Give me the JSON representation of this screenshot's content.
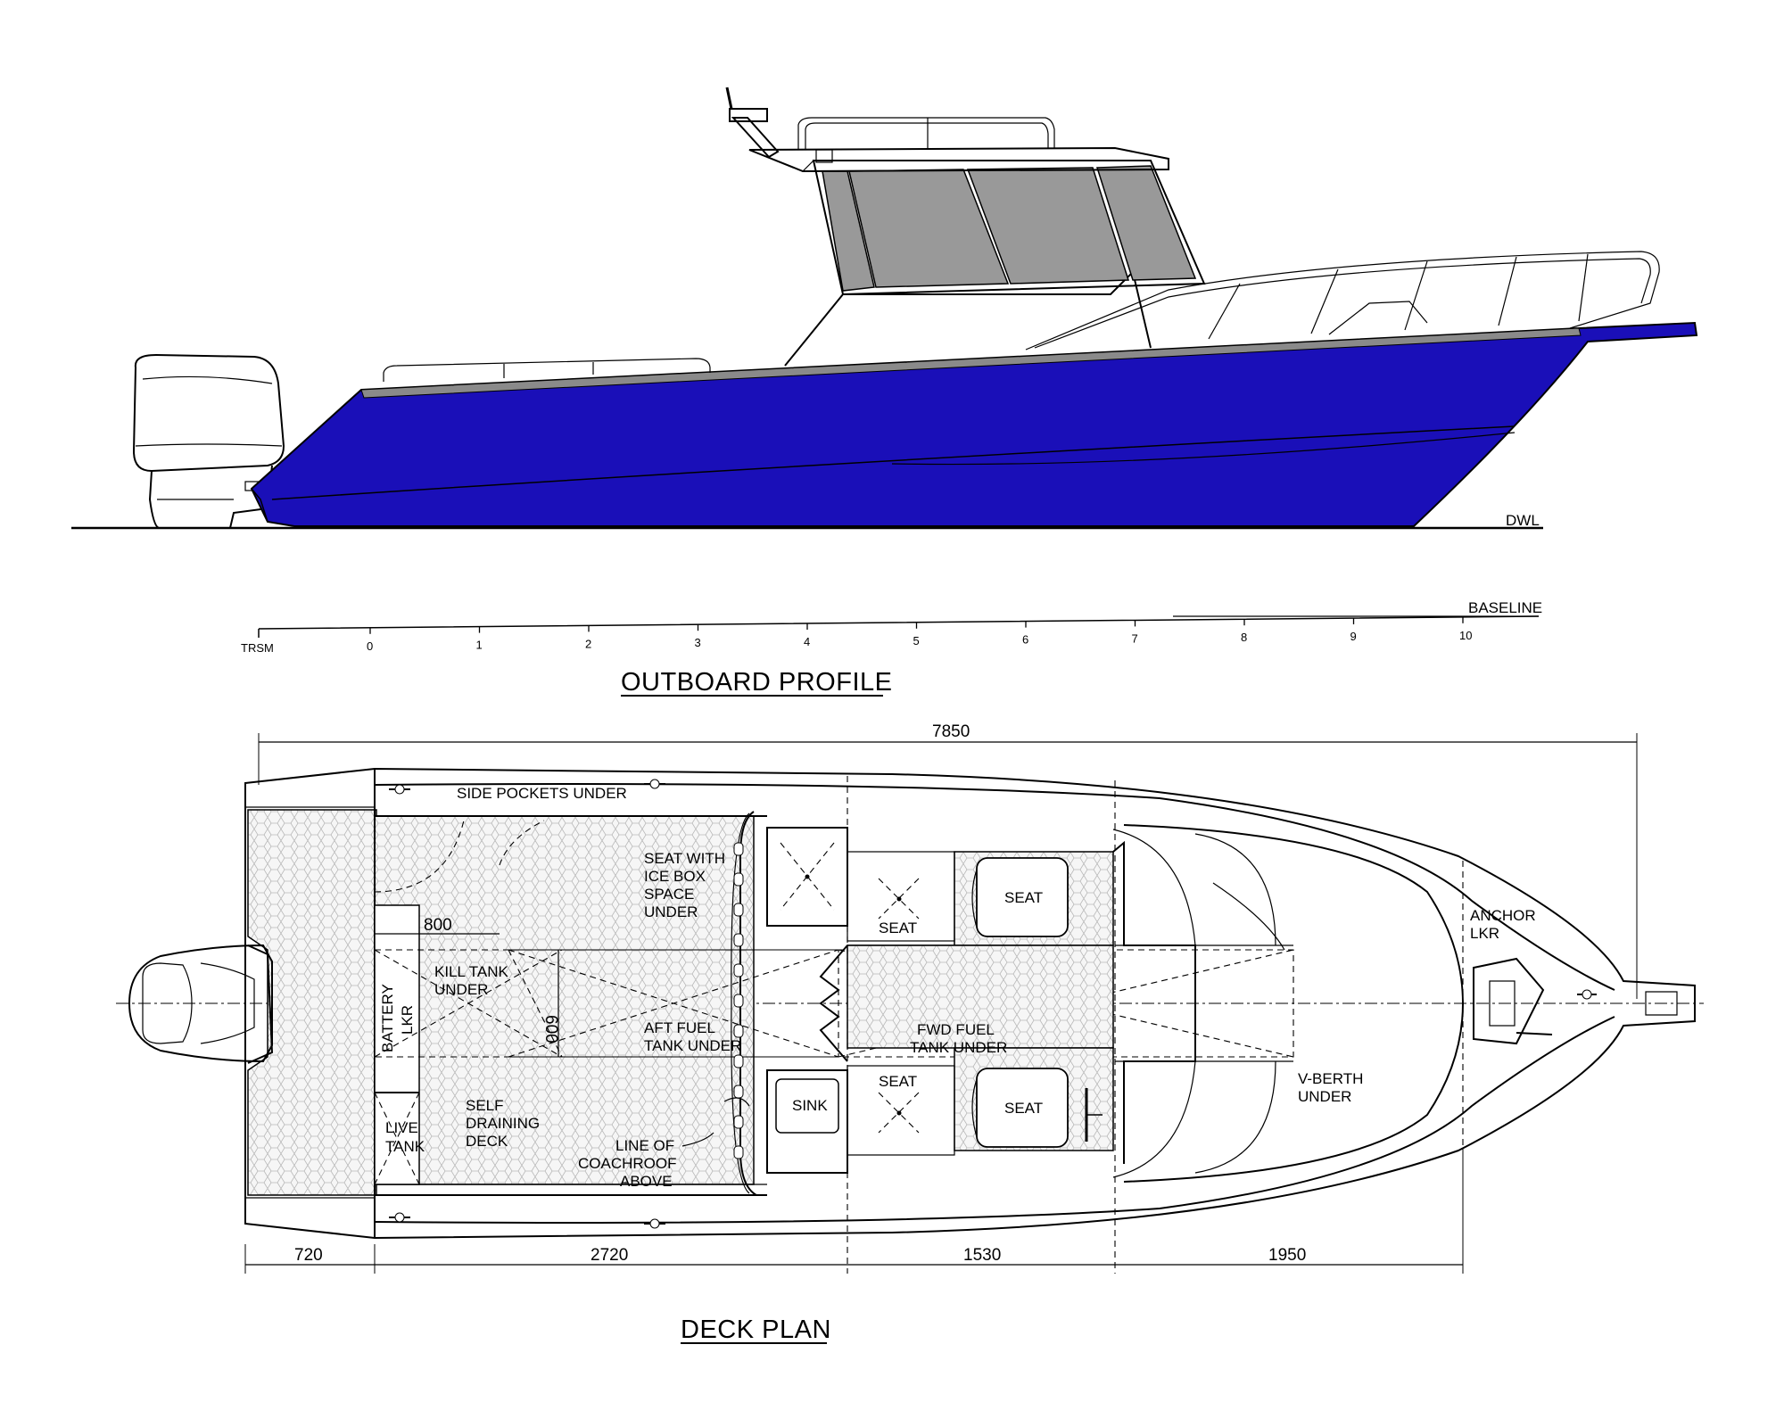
{
  "profile": {
    "title": "OUTBOARD PROFILE",
    "dwl_label": "DWL",
    "baseline_label": "BASELINE",
    "scale_start_label": "TRSM",
    "scale_ticks": [
      "0",
      "1",
      "2",
      "3",
      "4",
      "5",
      "6",
      "7",
      "8",
      "9",
      "10"
    ],
    "colors": {
      "hull": "#1a0fb8",
      "glass": "#999999",
      "sheer": "#8a8a8a"
    }
  },
  "deck_plan": {
    "title": "DECK PLAN",
    "overall_length": "7850",
    "segments": [
      "720",
      "2720",
      "1530",
      "1950"
    ],
    "dim_800": "800",
    "dim_600": "600",
    "labels": {
      "side_pockets": "SIDE POCKETS UNDER",
      "seat_icebox": [
        "SEAT WITH",
        "ICE BOX",
        "SPACE",
        "UNDER"
      ],
      "kill_tank": [
        "KILL TANK",
        "UNDER"
      ],
      "battery": [
        "BATTERY",
        "LKR"
      ],
      "live_tank": [
        "LIVE",
        "TANK"
      ],
      "self_draining": [
        "SELF",
        "DRAINING",
        "DECK"
      ],
      "aft_fuel": [
        "AFT FUEL",
        "TANK UNDER"
      ],
      "fwd_fuel": [
        "FWD FUEL",
        "TANK UNDER"
      ],
      "coachroof": [
        "LINE OF",
        "COACHROOF",
        "ABOVE"
      ],
      "seat": "SEAT",
      "sink": "SINK",
      "vberth": [
        "V-BERTH",
        "UNDER"
      ],
      "anchor": [
        "ANCHOR",
        "LKR"
      ]
    }
  }
}
